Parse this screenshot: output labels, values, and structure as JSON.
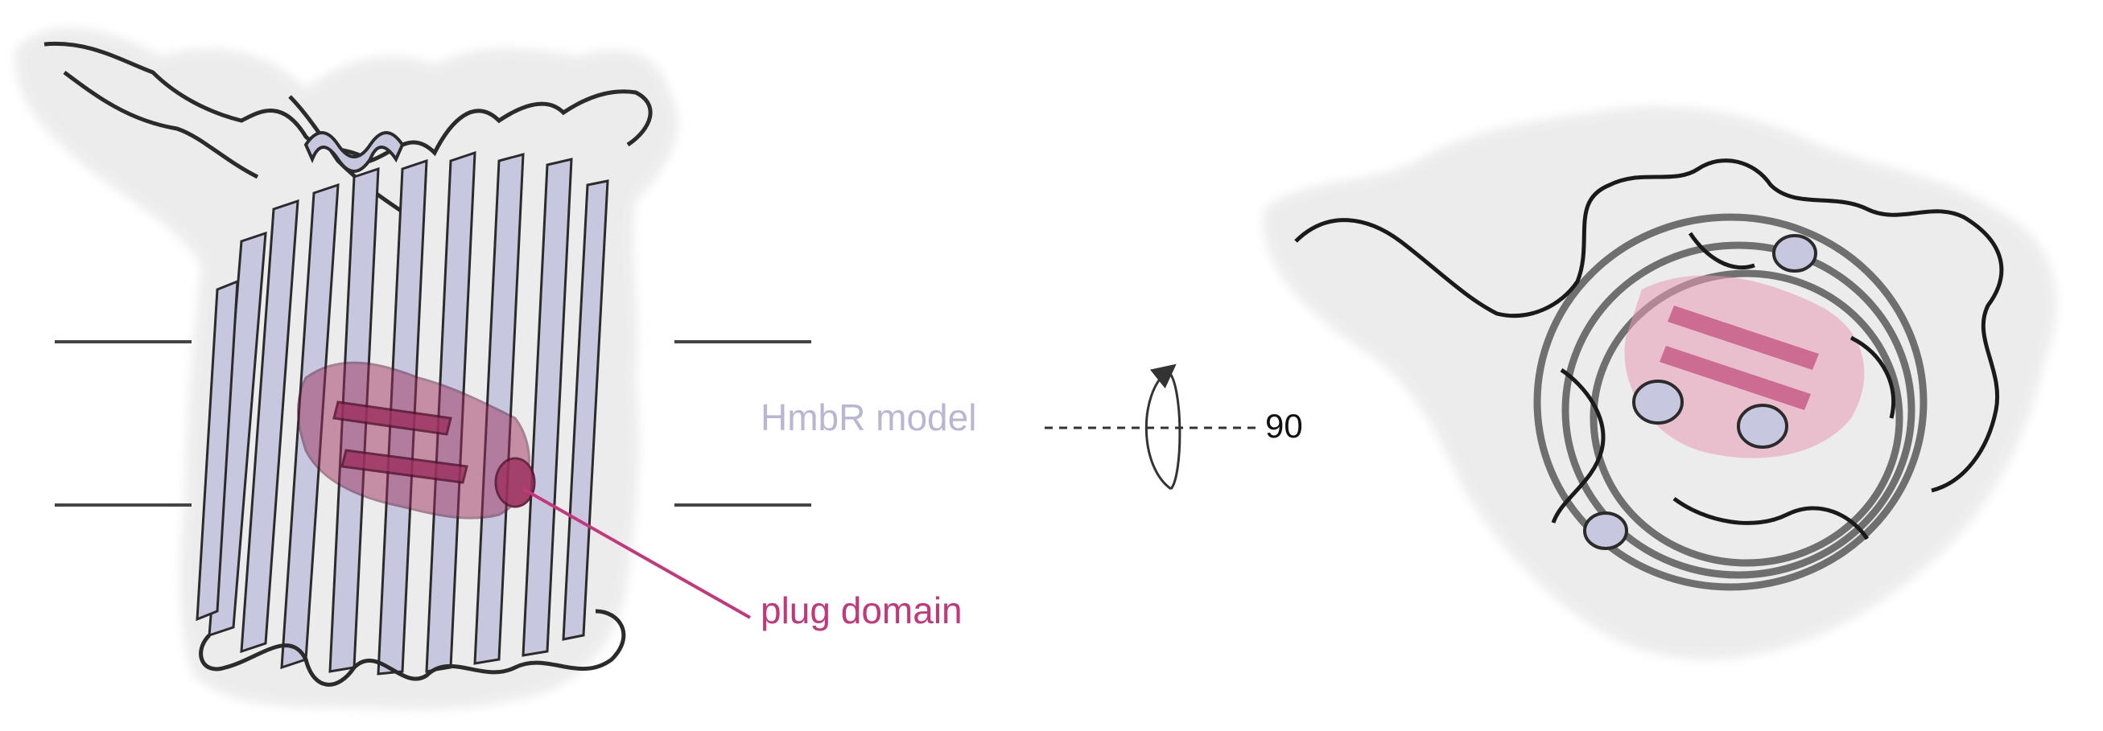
{
  "labels": {
    "model": "HmbR model",
    "plug": "plug domain",
    "rotation": "90"
  },
  "colors": {
    "model_label": "#b9b6d3",
    "plug_label": "#c4377a",
    "rotation_label": "#111111",
    "membrane_line": "#444444",
    "strand_fill": "#c7c8e0",
    "strand_edge": "#2b2b2b",
    "plug_fill": "#9d2f5e",
    "plug_fill_top": "#e79ab6",
    "surface": "#e9e9e9"
  }
}
